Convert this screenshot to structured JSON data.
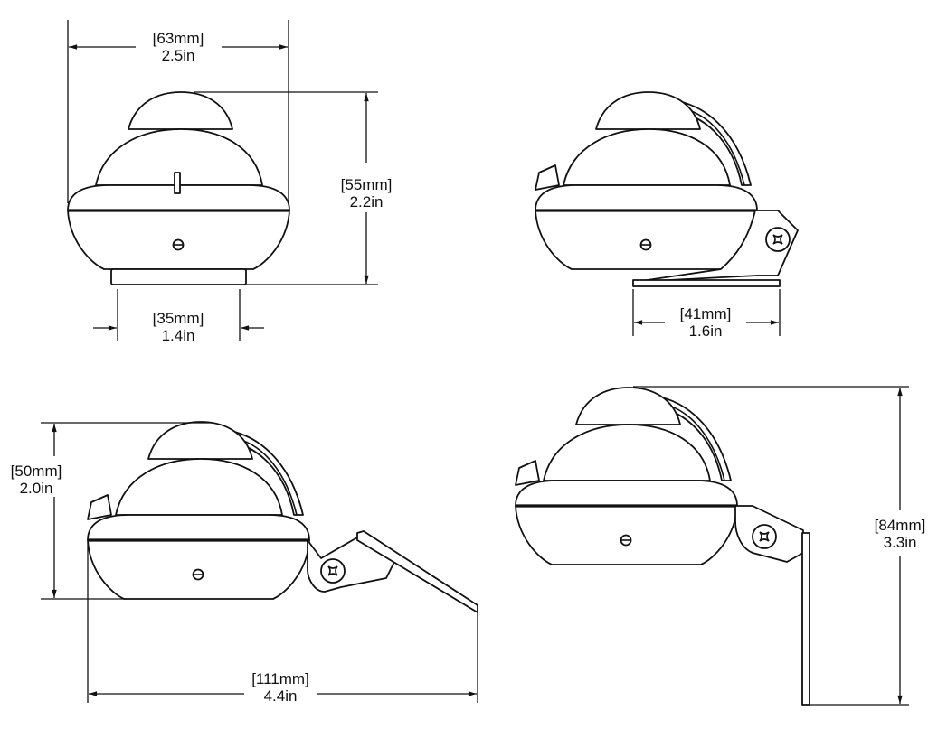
{
  "title": "Compass mounting dimensions",
  "views": {
    "front": {
      "width_mm": "[63mm]",
      "width_in": "2.5in",
      "height_mm": "[55mm]",
      "height_in": "2.2in",
      "base_mm": "[35mm]",
      "base_in": "1.4in"
    },
    "side_flat": {
      "bracket_mm": "[41mm]",
      "bracket_in": "1.6in"
    },
    "side_angled": {
      "height_mm": "[50mm]",
      "height_in": "2.0in",
      "length_mm": "[111mm]",
      "length_in": "4.4in"
    },
    "side_vertical": {
      "height_mm": "[84mm]",
      "height_in": "3.3in"
    }
  }
}
